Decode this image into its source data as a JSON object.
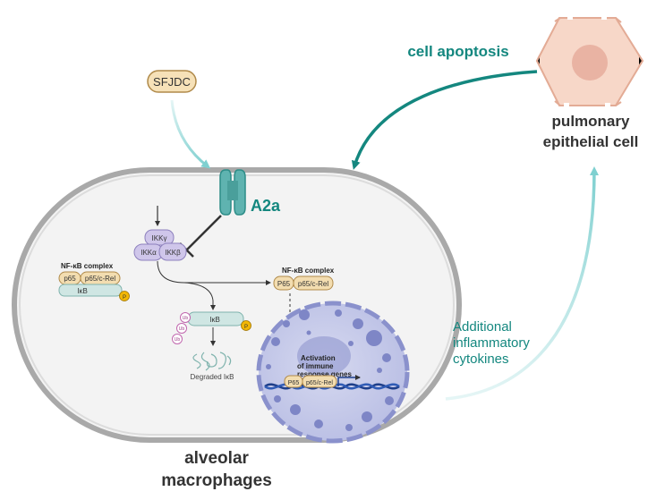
{
  "labels": {
    "sfjdc": "SFJDC",
    "cell_apoptosis": "cell apoptosis",
    "pulmonary_line1": "pulmonary",
    "pulmonary_line2": "epithelial cell",
    "a2a": "A2a",
    "ikk_gamma": "IKKγ",
    "ikk_alpha": "IKKα",
    "ikk_beta": "IKKβ",
    "nfkb_complex_left": "NF-κB complex",
    "nfkb_complex_right": "NF-κB complex",
    "p65": "p65",
    "p65_crel": "p65/c-Rel",
    "ikb": "IκB",
    "p_mark": "P",
    "P65": "P65",
    "ub": "Ub",
    "degraded_ikb": "Degraded IκB",
    "activation_line1": "Activation",
    "activation_line2": "of immune",
    "activation_line3": "response genes",
    "additional_line1": "Additional",
    "additional_line2": "inflammatory",
    "additional_line3": "cytokines",
    "alveolar_line1": "alveolar",
    "alveolar_line2": "macrophages"
  },
  "colors": {
    "teal_dark": "#14877f",
    "teal_light": "#7fd0d0",
    "receptor": "#5fb3b0",
    "receptor_dark": "#2d8d88",
    "cell_fill": "#f3f3f3",
    "cell_border": "#aaaaaa",
    "ikk_fill": "#cfc6ea",
    "ikk_stroke": "#8d80bd",
    "sfjdc_fill": "#f6e1b8",
    "sfjdc_stroke": "#b08a4a",
    "p65_fill": "#f3ddb0",
    "ikb_fill": "#cfe6e3",
    "ikb_stroke": "#7fb3ad",
    "phospho": "#f2b705",
    "ub_stroke": "#c167ae",
    "nucleus_fill": "#c9cdea",
    "nucleus_dark": "#7e86c6",
    "epithelial_fill": "#f7d7c8",
    "epithelial_stroke": "#e3ab95",
    "epithelial_nucleus": "#e9b3a3",
    "dna_blue": "#1d3e8a"
  },
  "icons": [
    "receptor-icon",
    "ikk-complex-icon",
    "ubiquitin-icon",
    "degraded-protein-icon",
    "nucleus-icon",
    "dna-icon",
    "epithelial-cell-icon",
    "inhibition-arrow-icon"
  ]
}
